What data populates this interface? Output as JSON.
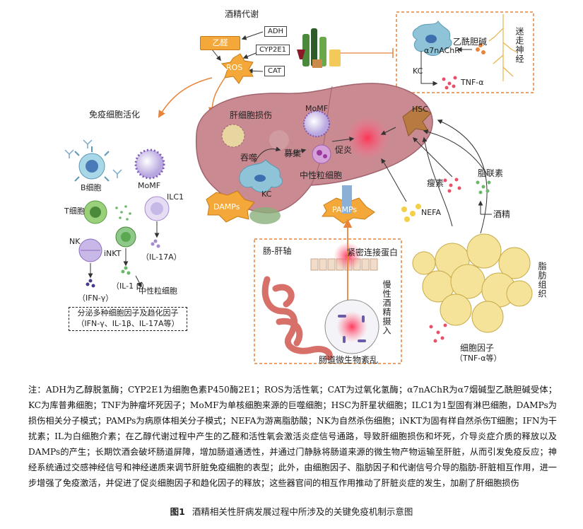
{
  "labels": {
    "alcohol_metabolism": "酒精代谢",
    "adh": "ADH",
    "cyp2e1": "CYP2E1",
    "cat": "CAT",
    "acetaldehyde": "乙醛",
    "ros": "ROS",
    "acetylcholine": "乙酰胆碱",
    "a7nachr": "α7nAChR",
    "kc_top": "KC",
    "tnf": "TNF-α",
    "vagus": "迷走神经",
    "immune_activation": "免疫细胞活化",
    "liver_injury": "肝细胞损伤",
    "momf_top": "MoMF",
    "hsc": "HSC",
    "phagocytosis": "吞噬",
    "recruit": "募集",
    "pro_inflammation": "促炎",
    "kc_mid": "KC",
    "neutrophil_mid": "中性粒细胞",
    "damps": "DAMPs",
    "pamps": "PAMPs",
    "leptin": "瘦素",
    "adiponectin": "脂联素",
    "alcohol_inhibit": "酒精",
    "nefa": "NEFA",
    "adipose": "脂肪组织",
    "cytokines": "细胞因子",
    "cytokines_sub": "（TNF-α等）",
    "gut_liver_axis": "肠-肝轴",
    "tight_junction": "紧密连接蛋白",
    "chronic_alcohol": "慢性酒精摄入",
    "gut_microbiota": "肠道微生物紊乱",
    "b_cell": "B细胞",
    "momf_left": "MoMF",
    "t_cell": "T细胞",
    "ilc1": "ILC1",
    "nk": "NK",
    "inkt": "iNKT",
    "il17a": "（IL-17A）",
    "ifn_g": "（IFN-γ）",
    "il1b": "（IL-1 β）",
    "neutrophil_left": "中性粒细胞",
    "secrete_line1": "分泌多种细胞因子及趋化因子",
    "secrete_line2": "（IFN-γ、IL-1β、IL-17A等）"
  },
  "note": "注：ADH为乙醇脱氢酶；CYP2E1为细胞色素P450酶2E1；ROS为活性氧；CAT为过氧化氢酶；α7nAChR为α7烟碱型乙酰胆碱受体；KC为库普弗细胞；TNF为肿瘤坏死因子；MoMF为单核细胞来源的巨噬细胞；HSC为肝星状细胞；ILC1为1型固有淋巴细胞，DAMPs为损伤相关分子模式；PAMPs为病原体相关分子模式；NEFA为游离脂肪酸；NK为自然杀伤细胞；iNKT为固有样自然杀伤T细胞；IFN为干扰素；IL为白细胞介素；在乙醇代谢过程中产生的乙醛和活性氧会激活炎症信号通路，导致肝细胞损伤和坏死，介导炎症介质的释放以及DAMPs的产生；长期饮酒会破坏肠道屏障，增加肠道通透性，并通过门静脉将肠道来源的微生物产物运输至肝脏，从而引发免疫反应；神经系统通过交感神经信号和神经递质来调节肝脏免疫细胞的表型；此外，由细胞因子、脂肪因子和代谢信号介导的脂肪-肝脏相互作用，进一步增强了免疫激活，并促进了促炎细胞因子和趋化因子的释放；这些器官间的相互作用推动了肝脏炎症的发生，加剧了肝细胞损伤",
  "caption": {
    "fig_no": "图1",
    "title": "酒精相关性肝病发展过程中所涉及的关键免疫机制示意图"
  },
  "colors": {
    "liver": "#c98a92",
    "liver_dark": "#a2636d",
    "orange": "#f4a83a",
    "arrow_orange": "#e8833a",
    "fat": "#f6e39a",
    "cell_blue": "#8fc4d8",
    "cell_purple": "#a58ad0",
    "cell_green": "#8ec98a"
  }
}
